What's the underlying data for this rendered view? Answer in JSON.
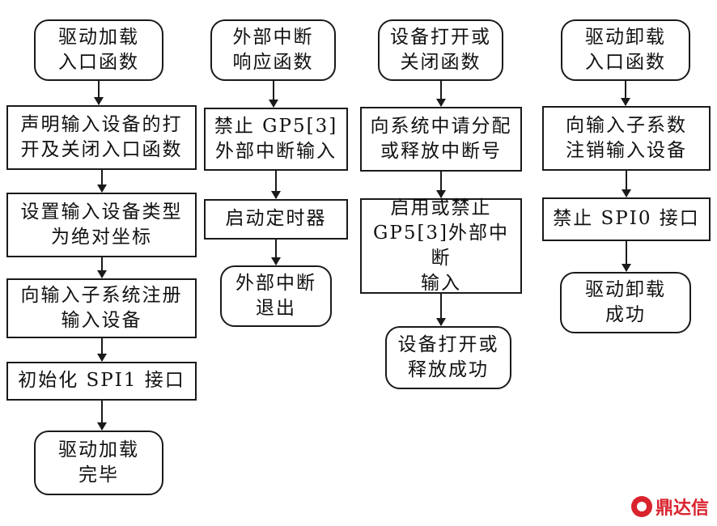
{
  "columns": [
    {
      "nodes": [
        {
          "id": "c1n1",
          "text": "驱动加载\n入口函数",
          "shape": "terminal"
        },
        {
          "id": "c1n2",
          "text": "声明输入设备的打\n开及关闭入口函数",
          "shape": "process"
        },
        {
          "id": "c1n3",
          "text": "设置输入设备类型\n为绝对坐标",
          "shape": "process"
        },
        {
          "id": "c1n4",
          "text": "向输入子系统注册\n输入设备",
          "shape": "process"
        },
        {
          "id": "c1n5",
          "text": "初始化 SPI1 接口",
          "shape": "process"
        },
        {
          "id": "c1n6",
          "text": "驱动加载\n完毕",
          "shape": "terminal"
        }
      ]
    },
    {
      "nodes": [
        {
          "id": "c2n1",
          "text": "外部中断\n响应函数",
          "shape": "terminal"
        },
        {
          "id": "c2n2",
          "text": "禁止 GP5[3]\n外部中断输入",
          "shape": "process"
        },
        {
          "id": "c2n3",
          "text": "启动定时器",
          "shape": "process"
        },
        {
          "id": "c2n4",
          "text": "外部中断\n退出",
          "shape": "terminal"
        }
      ]
    },
    {
      "nodes": [
        {
          "id": "c3n1",
          "text": "设备打开或\n关闭函数",
          "shape": "terminal"
        },
        {
          "id": "c3n2",
          "text": "向系统中请分配\n或释放中断号",
          "shape": "process"
        },
        {
          "id": "c3n3",
          "text": "启用或禁止\nGP5[3]外部中断\n输入",
          "shape": "process"
        },
        {
          "id": "c3n4",
          "text": "设备打开或\n释放成功",
          "shape": "terminal"
        }
      ]
    },
    {
      "nodes": [
        {
          "id": "c4n1",
          "text": "驱动卸载\n入口函数",
          "shape": "terminal"
        },
        {
          "id": "c4n2",
          "text": "向输入子系数\n注销输入设备",
          "shape": "process"
        },
        {
          "id": "c4n3",
          "text": "禁止 SPI0 接口",
          "shape": "process"
        },
        {
          "id": "c4n4",
          "text": "驱动卸载\n成功",
          "shape": "terminal"
        }
      ]
    }
  ],
  "edges": [
    [
      "c1n1",
      "c1n2"
    ],
    [
      "c1n2",
      "c1n3"
    ],
    [
      "c1n3",
      "c1n4"
    ],
    [
      "c1n4",
      "c1n5"
    ],
    [
      "c1n5",
      "c1n6"
    ],
    [
      "c2n1",
      "c2n2"
    ],
    [
      "c2n2",
      "c2n3"
    ],
    [
      "c2n3",
      "c2n4"
    ],
    [
      "c3n1",
      "c3n2"
    ],
    [
      "c3n2",
      "c3n3"
    ],
    [
      "c3n3",
      "c3n4"
    ],
    [
      "c4n1",
      "c4n2"
    ],
    [
      "c4n2",
      "c4n3"
    ],
    [
      "c4n3",
      "c4n4"
    ]
  ],
  "watermark": {
    "text": "鼎达信",
    "color": "#d9232d"
  }
}
